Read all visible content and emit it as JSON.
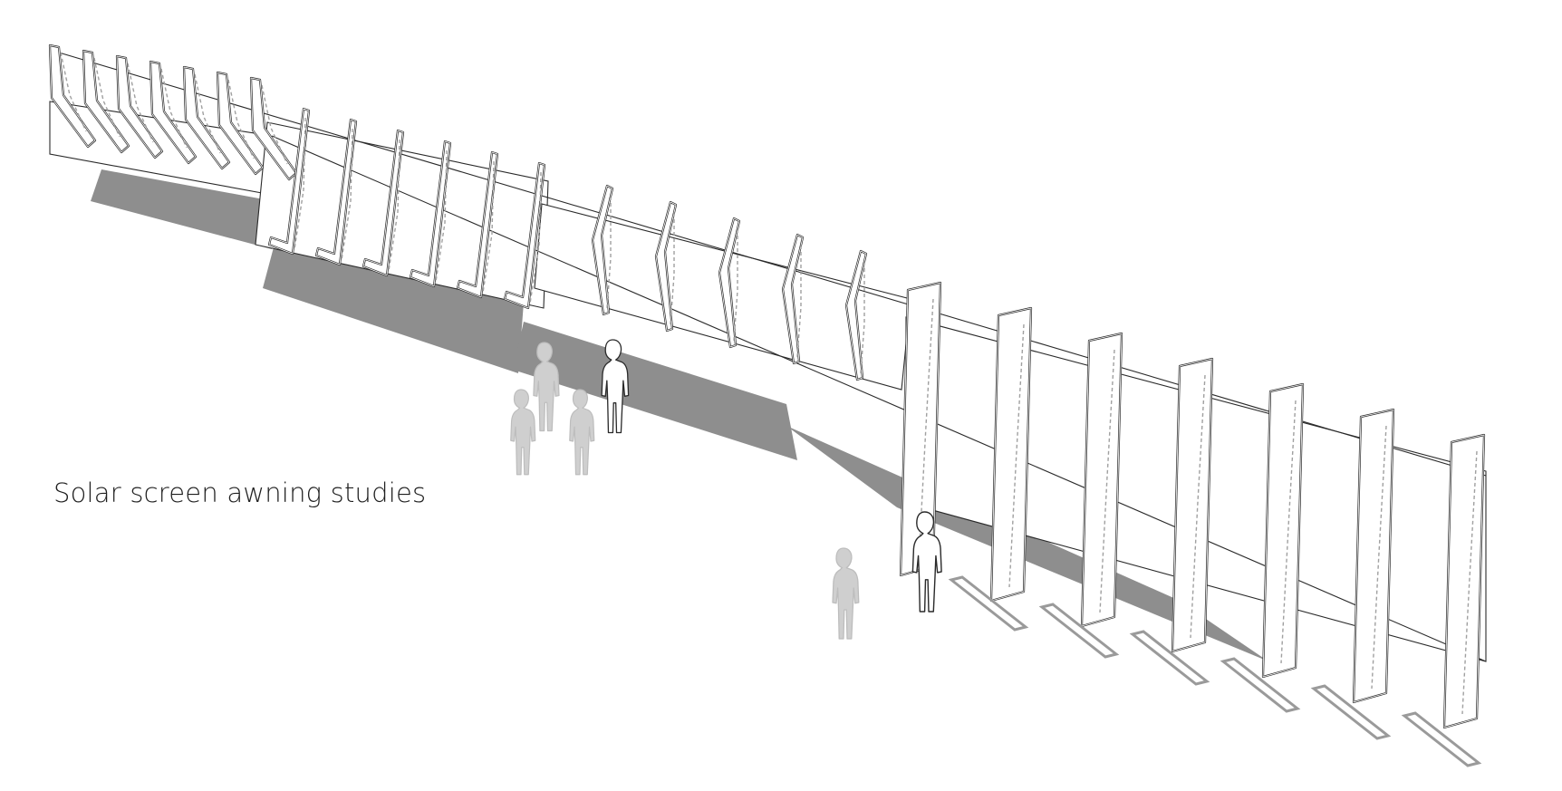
{
  "caption": "Solar screen awning studies",
  "colors": {
    "background": "#ffffff",
    "shadow": "#8e8e8e",
    "line": "#2a2a2a",
    "hidden_line": "#a0a0a0",
    "figure_fill": "#ffffff",
    "figure_ghost": "#cfcfcf",
    "text": "#1f1f1f"
  },
  "icons": {
    "person": "person-silhouette-icon"
  },
  "studies": [
    {
      "name": "awning-study-tilted-outward",
      "fins": 7
    },
    {
      "name": "awning-study-angled-fins",
      "fins": 6
    },
    {
      "name": "awning-study-folded-fins",
      "fins": 5
    },
    {
      "name": "awning-study-vertical-frames",
      "fins": 7
    }
  ],
  "figures": [
    {
      "name": "person-figure-left",
      "ghost": true
    },
    {
      "name": "person-figure-center",
      "ghost": false
    },
    {
      "name": "person-figure-right",
      "ghost": false
    }
  ]
}
